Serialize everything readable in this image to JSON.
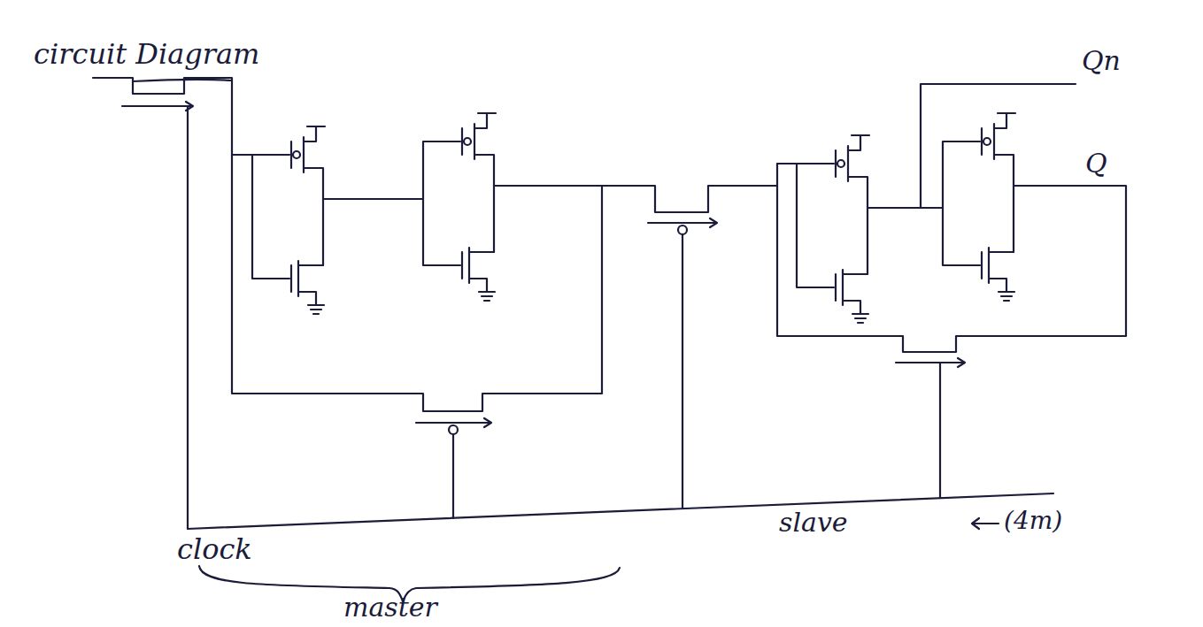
{
  "diagram": {
    "title": "circuit Diagram",
    "labels": [
      "Qn",
      "Q",
      "clock",
      "master",
      "slave",
      "(4m)"
    ]
  }
}
